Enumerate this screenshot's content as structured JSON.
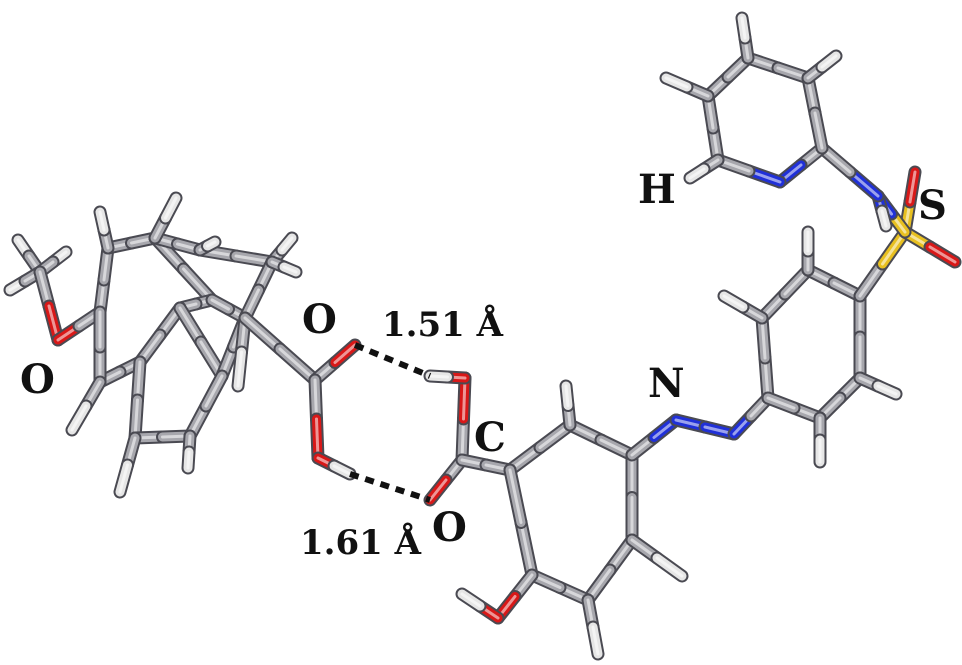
{
  "labels": {
    "o_methoxy": "O",
    "o_hbond_top": "O",
    "dist_top": "1.51 Å",
    "dist_bottom": "1.61 Å",
    "c_carboxyl": "C",
    "o_hbond_bottom": "O",
    "n_azo": "N",
    "h_pyridine": "H",
    "s_sulfonyl": "S"
  },
  "colors": {
    "carbon": "#a7a7ad",
    "hydrogen": "#e6e6e6",
    "oxygen": "#d81818",
    "nitrogen": "#2030d8",
    "sulfur": "#e8c020",
    "hbond": "#111111",
    "background": "#ffffff"
  }
}
